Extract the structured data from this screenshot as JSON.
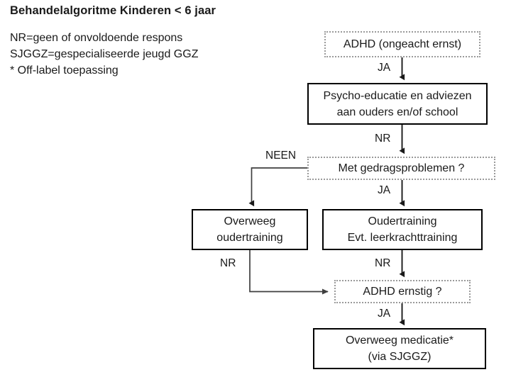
{
  "legend": {
    "title": "Behandelalgoritme  Kinderen < 6 jaar",
    "notes": [
      "NR=geen of onvoldoende  respons",
      "SJGGZ=gespecialiseerde  jeugd GGZ",
      "* Off-label toepassing"
    ]
  },
  "colors": {
    "node_border_solid": "#000000",
    "node_border_dotted": "#9a9a9a",
    "connector": "#3f3f3f",
    "text": "#1a1a1a",
    "background": "#ffffff"
  },
  "nodes": {
    "adhd_any": {
      "label": "ADHD (ongeacht ernst)",
      "shape": "dotted"
    },
    "psychoeducation": {
      "line1": "Psycho-educatie en adviezen",
      "line2": "aan ouders en/of school",
      "shape": "solid"
    },
    "behaviour_problems": {
      "label": "Met gedragsproblemen ?",
      "shape": "dotted"
    },
    "consider_parent_training": {
      "line1": "Overweeg",
      "line2": "oudertraining",
      "shape": "solid"
    },
    "parent_training": {
      "line1": "Oudertraining",
      "line2": "Evt. leerkrachttraining",
      "shape": "solid"
    },
    "adhd_severe": {
      "label": "ADHD ernstig ?",
      "shape": "dotted"
    },
    "consider_medication": {
      "line1": "Overweeg medicatie*",
      "line2": "(via SJGGZ)",
      "shape": "solid"
    }
  },
  "edge_labels": {
    "ja_to_psychoeducation": "JA",
    "nr_to_behaviour_problems": "NR",
    "neen_to_consider_parent_training": "NEEN",
    "ja_to_parent_training": "JA",
    "nr_from_consider_parent_training": "NR",
    "nr_to_adhd_severe": "NR",
    "ja_to_consider_medication": "JA"
  }
}
